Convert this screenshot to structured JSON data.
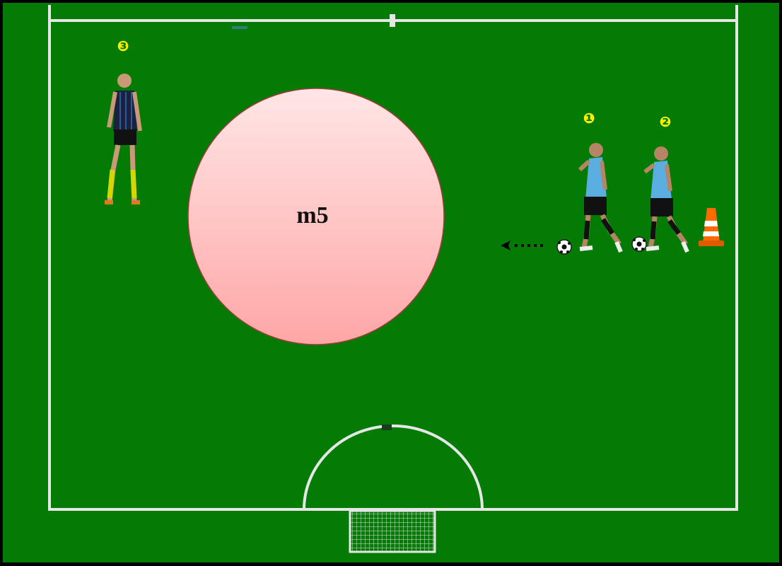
{
  "diagram": {
    "zone_label": "m5",
    "markers": [
      "❸",
      "❶",
      "❷"
    ],
    "colors": {
      "pitch": "#047b04",
      "lines": "#e6e6e6",
      "marker": "#ffee00",
      "zone_fill_top": "#ffe6e6",
      "zone_fill_bottom": "#ffa6a6",
      "zone_stroke": "#a33a3a",
      "cone": "#ff6a00",
      "kit_dark": "#1a2240",
      "kit_light": "#5aaee0"
    },
    "icons": [
      "player-icon",
      "soccer-ball-icon",
      "traffic-cone-icon",
      "dotted-arrow-icon",
      "goal-net-icon"
    ]
  }
}
